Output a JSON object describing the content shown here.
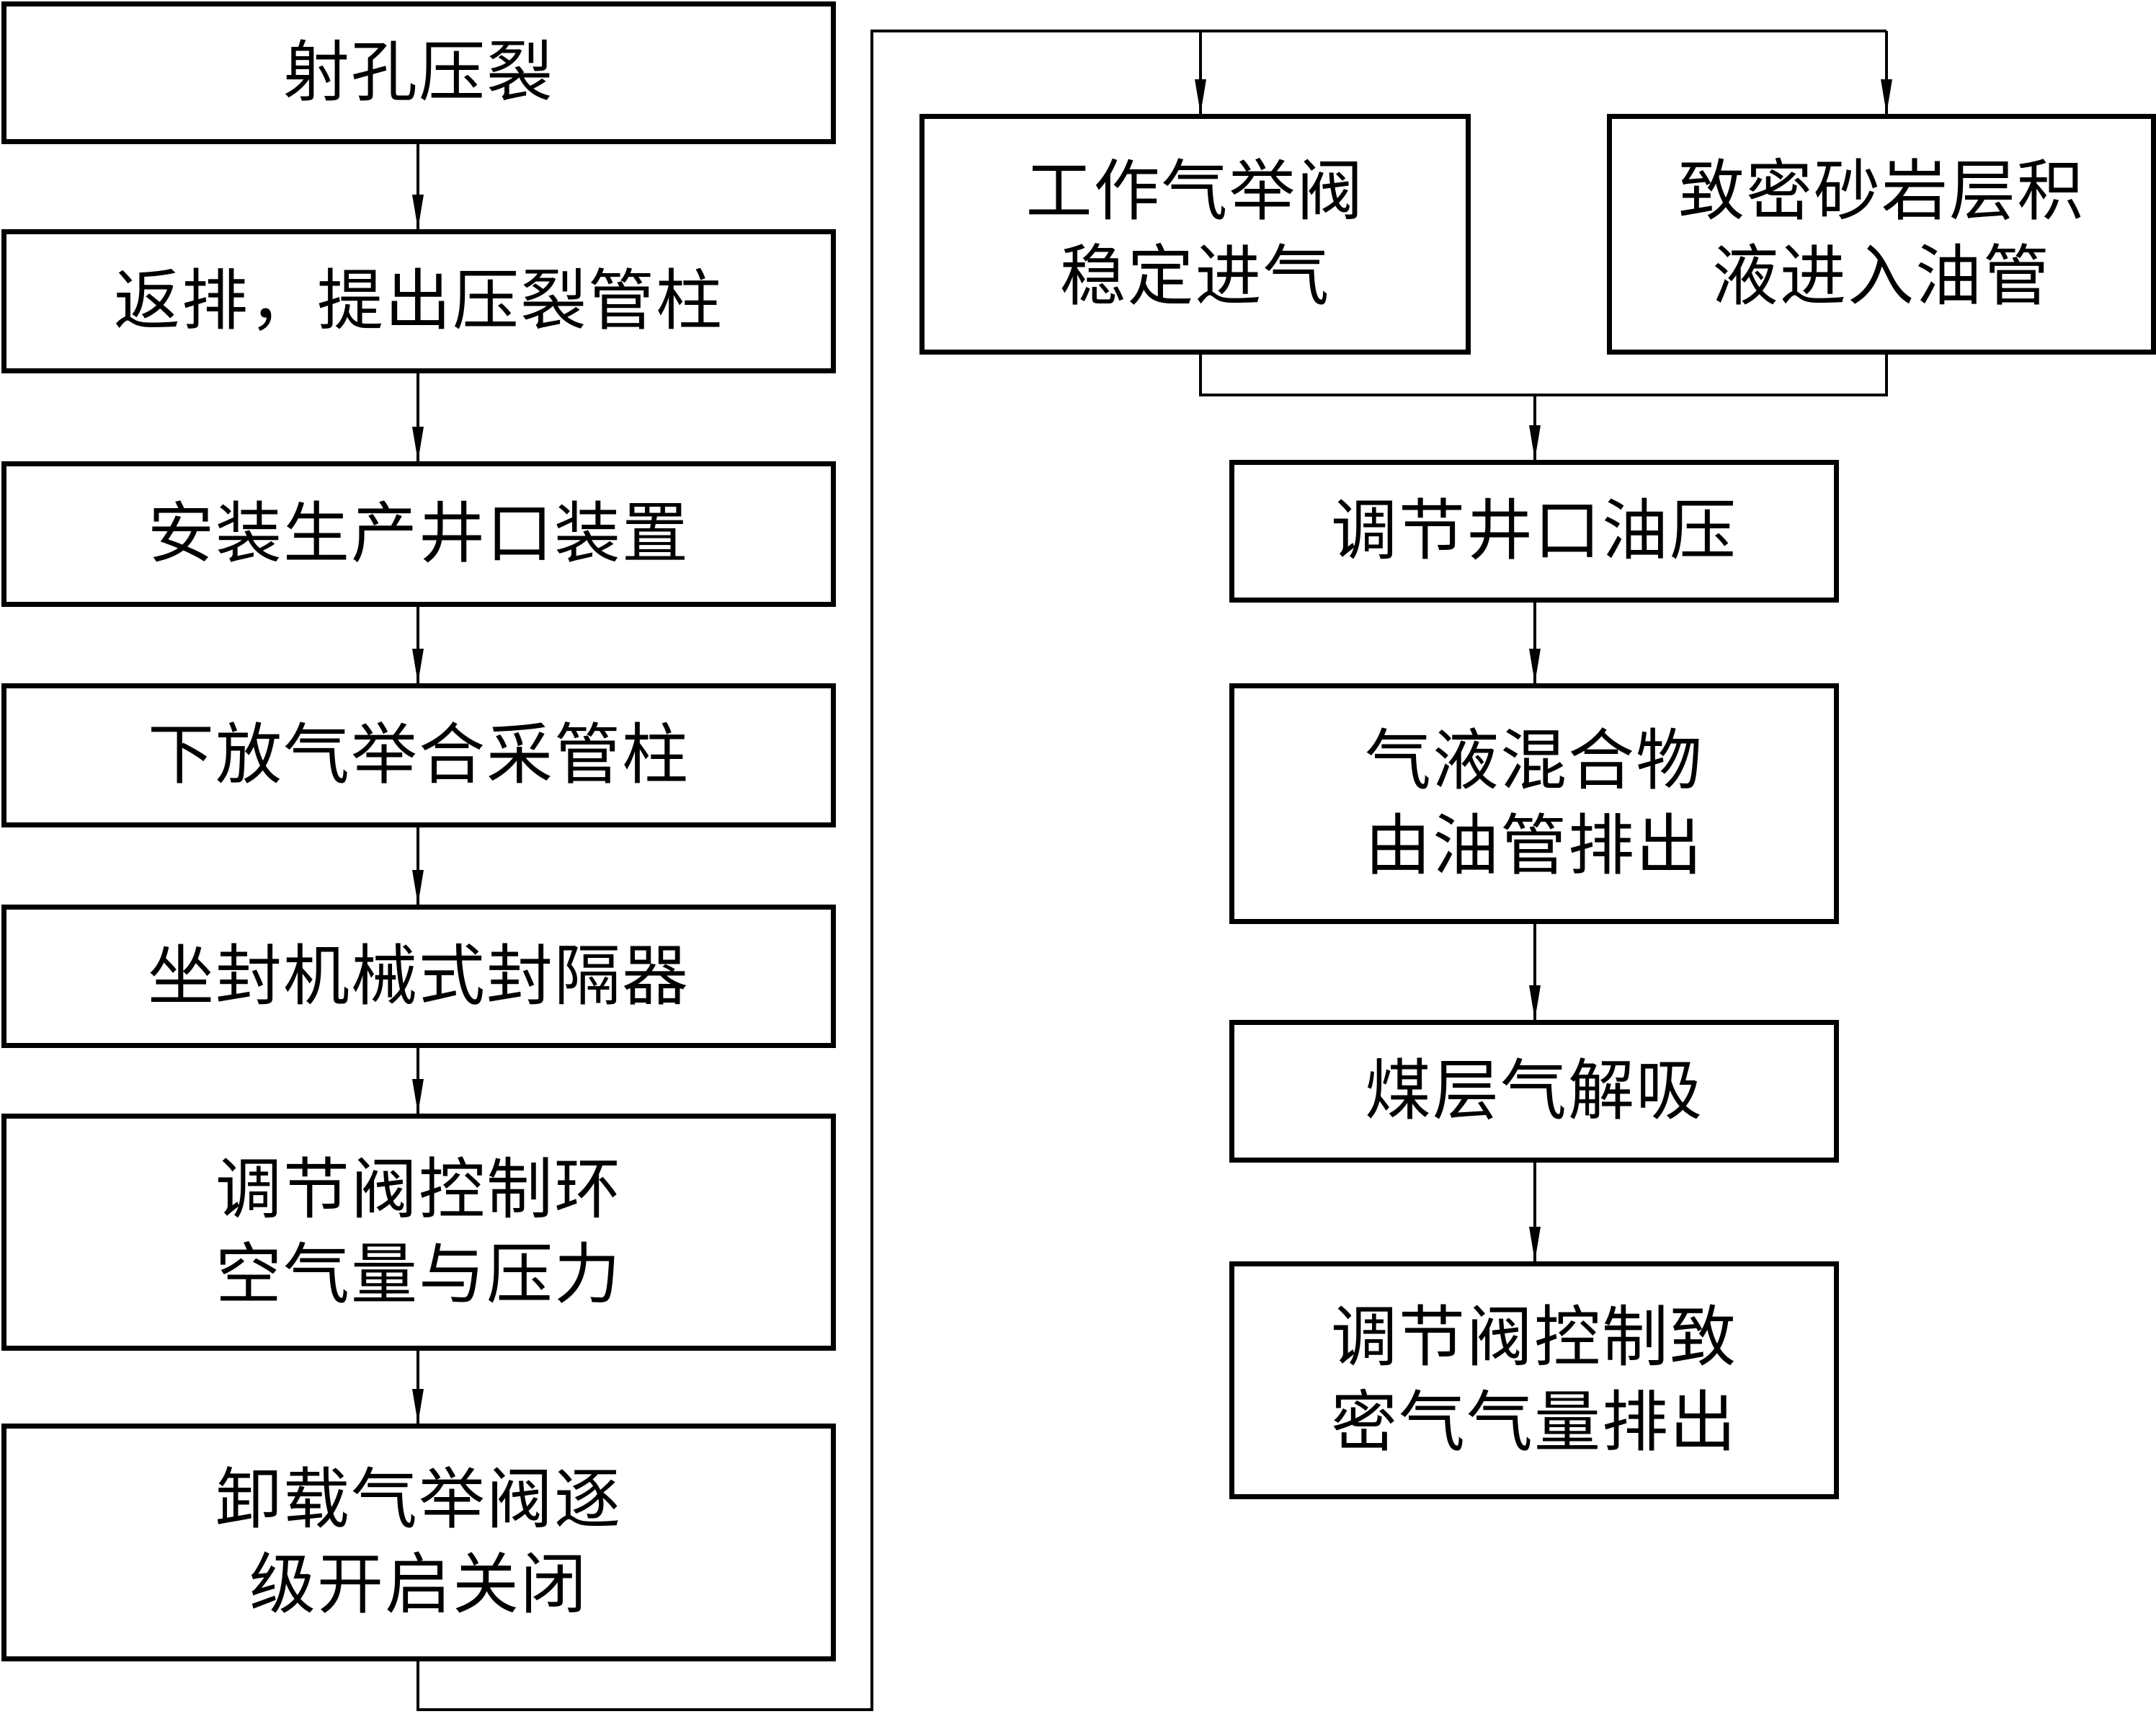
{
  "diagram": {
    "type": "flowchart",
    "colors": {
      "stroke": "#000000",
      "background": "#ffffff"
    },
    "left_column": [
      {
        "id": "perforation-fracturing",
        "lines": [
          "射孔压裂"
        ]
      },
      {
        "id": "flowback-pull-string",
        "lines": [
          "返排，提出压裂管柱"
        ]
      },
      {
        "id": "install-wellhead",
        "lines": [
          "安装生产井口装置"
        ]
      },
      {
        "id": "run-gaslift-string",
        "lines": [
          "下放气举合采管柱"
        ]
      },
      {
        "id": "set-packer",
        "lines": [
          "坐封机械式封隔器"
        ]
      },
      {
        "id": "control-annulus-gas",
        "lines": [
          "调节阀控制环",
          "空气量与压力"
        ]
      },
      {
        "id": "unloading-valves",
        "lines": [
          "卸载气举阀逐",
          "级开启关闭"
        ]
      }
    ],
    "right_branches": [
      {
        "id": "working-valve-gas-inlet",
        "lines": [
          "工作气举阀",
          "稳定进气"
        ]
      },
      {
        "id": "tight-sand-liquid-inflow",
        "lines": [
          "致密砂岩层积",
          "液进入油管"
        ]
      }
    ],
    "right_column": [
      {
        "id": "adjust-tubing-pressure",
        "lines": [
          "调节井口油压"
        ]
      },
      {
        "id": "gas-liquid-discharge",
        "lines": [
          "气液混合物",
          "由油管排出"
        ]
      },
      {
        "id": "cbm-desorption",
        "lines": [
          "煤层气解吸"
        ]
      },
      {
        "id": "control-tight-gas-discharge",
        "lines": [
          "调节阀控制致",
          "密气气量排出"
        ]
      }
    ],
    "edges": [
      [
        "perforation-fracturing",
        "flowback-pull-string"
      ],
      [
        "flowback-pull-string",
        "install-wellhead"
      ],
      [
        "install-wellhead",
        "run-gaslift-string"
      ],
      [
        "run-gaslift-string",
        "set-packer"
      ],
      [
        "set-packer",
        "control-annulus-gas"
      ],
      [
        "control-annulus-gas",
        "unloading-valves"
      ],
      [
        "unloading-valves",
        "working-valve-gas-inlet"
      ],
      [
        "unloading-valves",
        "tight-sand-liquid-inflow"
      ],
      [
        "working-valve-gas-inlet",
        "adjust-tubing-pressure"
      ],
      [
        "tight-sand-liquid-inflow",
        "adjust-tubing-pressure"
      ],
      [
        "adjust-tubing-pressure",
        "gas-liquid-discharge"
      ],
      [
        "gas-liquid-discharge",
        "cbm-desorption"
      ],
      [
        "cbm-desorption",
        "control-tight-gas-discharge"
      ]
    ]
  }
}
